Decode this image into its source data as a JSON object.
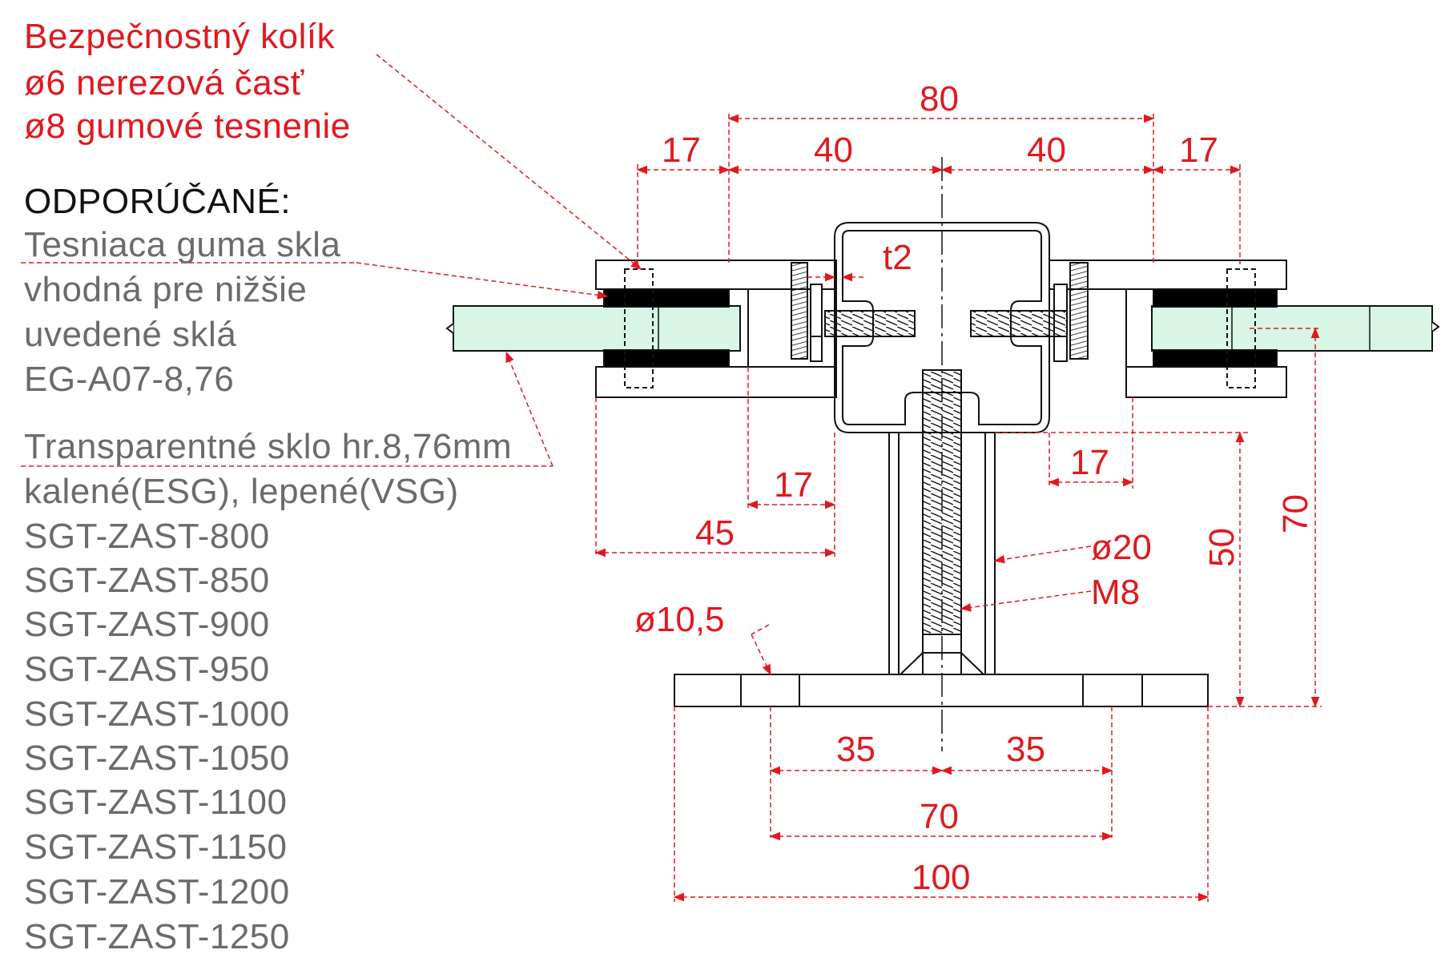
{
  "notes": {
    "pin_title": "Bezpečnostný kolík",
    "pin_line1": "ø6 nerezová časť",
    "pin_line2": "ø8 gumové tesnenie",
    "recommended_title": "ODPORÚČANÉ:",
    "rubber_line1": "Tesniaca guma skla",
    "rubber_line2": "vhodná pre nižšie",
    "rubber_line3": "uvedené sklá",
    "rubber_line4": "EG-A07-8,76",
    "glass_line1": "Transparentné sklo hr.8,76mm",
    "glass_line2": "kalené(ESG), lepené(VSG)"
  },
  "products": [
    "SGT-ZAST-800",
    "SGT-ZAST-850",
    "SGT-ZAST-900",
    "SGT-ZAST-950",
    "SGT-ZAST-1000",
    "SGT-ZAST-1050",
    "SGT-ZAST-1100",
    "SGT-ZAST-1150",
    "SGT-ZAST-1200",
    "SGT-ZAST-1250"
  ],
  "dimensions": {
    "top_total": "80",
    "top_left_outer": "17",
    "top_left_inner": "40",
    "top_right_inner": "40",
    "top_right_outer": "17",
    "wall_thickness": "t2",
    "left_gap": "17",
    "right_gap": "17",
    "left_overhang": "45",
    "tube_diameter": "ø20",
    "thread": "M8",
    "hole_diameter": "ø10,5",
    "height_50": "50",
    "height_70": "70",
    "base_left": "35",
    "base_right": "35",
    "base_holes": "70",
    "base_total": "100"
  },
  "colors": {
    "dimension": "#e0191f",
    "outline": "#111111",
    "glass": "#d8f5e6",
    "note_gray": "#6b6b6b"
  }
}
